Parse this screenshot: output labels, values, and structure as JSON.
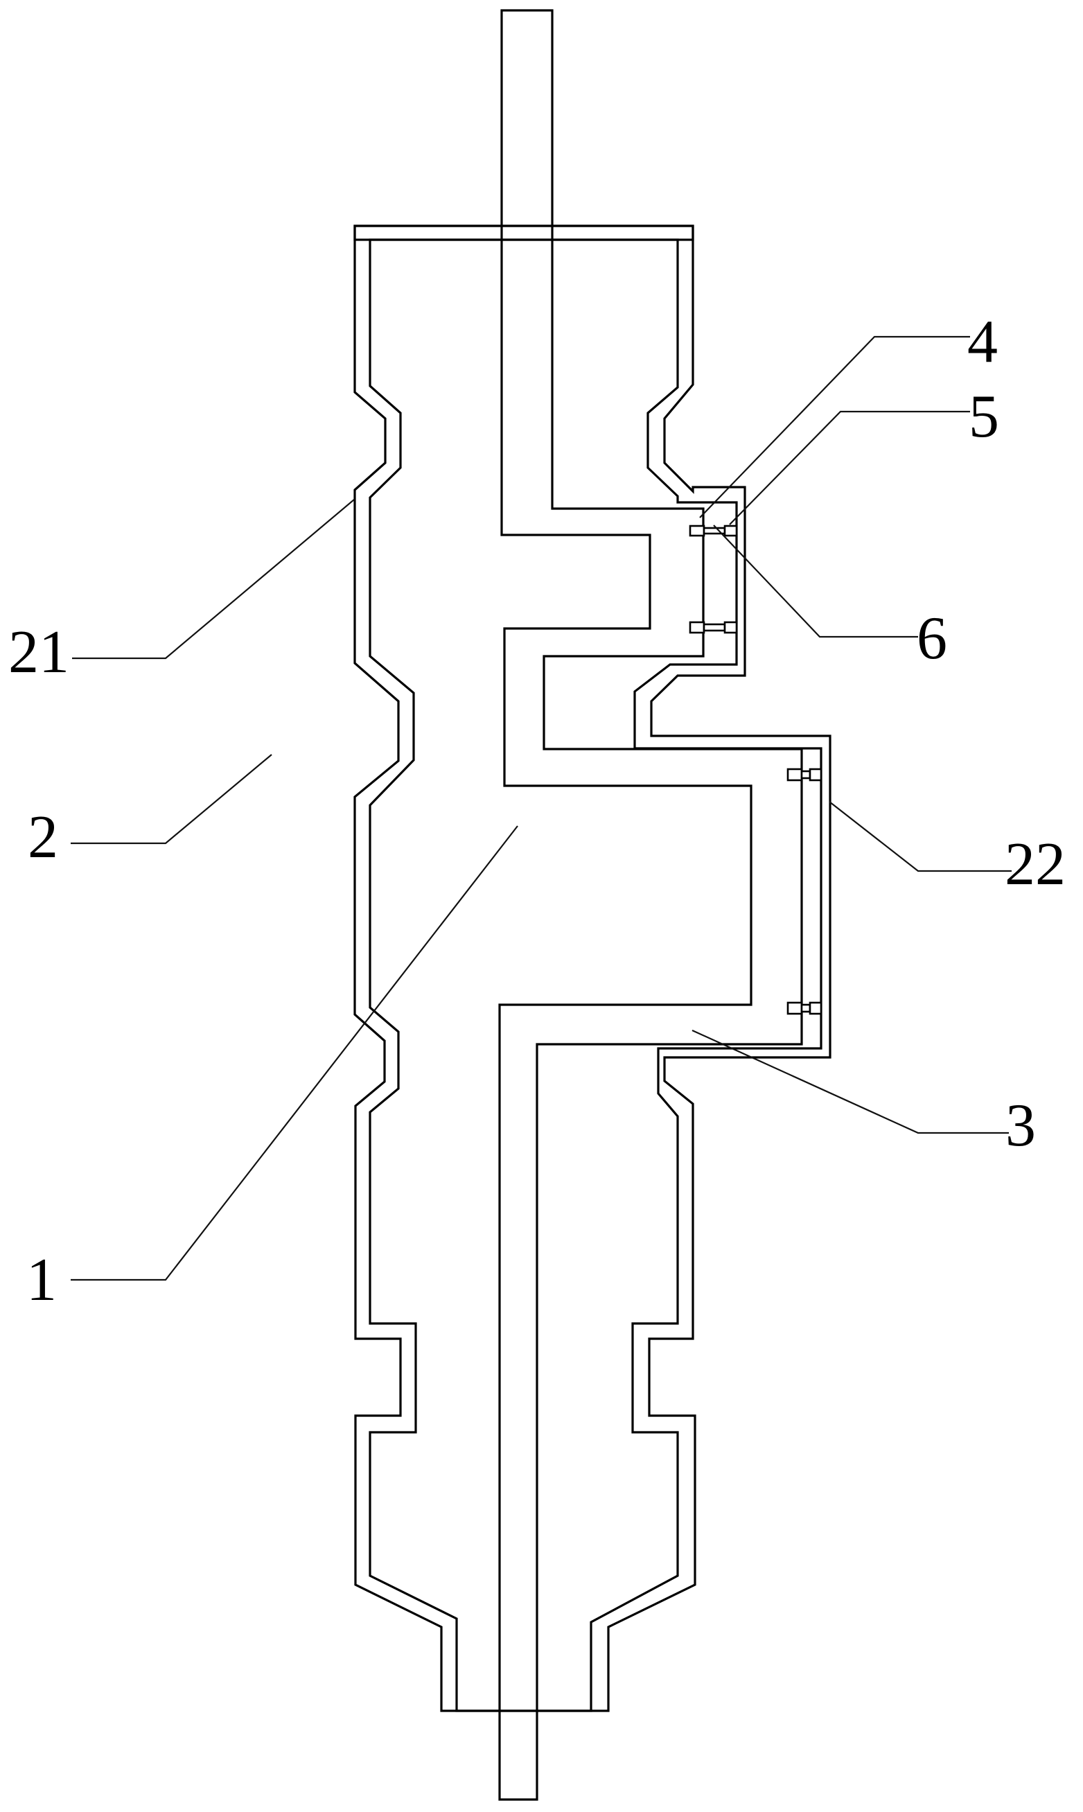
{
  "figure": {
    "description": "Cross-section of a composite insulator / pile with stepped outer sheath, zig-zag internal bar and bolted housings",
    "colors": {
      "line": "#000000",
      "background": "#ffffff",
      "fill_dots": "#000000"
    }
  },
  "labels": {
    "l1": {
      "text": "1",
      "part": "core-bar"
    },
    "l2": {
      "text": "2",
      "part": "outer-sheath"
    },
    "l21": {
      "text": "21",
      "part": "sheath-wall-groove"
    },
    "l22": {
      "text": "22",
      "part": "side-housing-large"
    },
    "l3": {
      "text": "3",
      "part": "bar-offset-section"
    },
    "l4": {
      "text": "4",
      "part": "side-housing-small"
    },
    "l5": {
      "text": "5",
      "part": "housing-wall"
    },
    "l6": {
      "text": "6",
      "part": "bolt"
    }
  }
}
